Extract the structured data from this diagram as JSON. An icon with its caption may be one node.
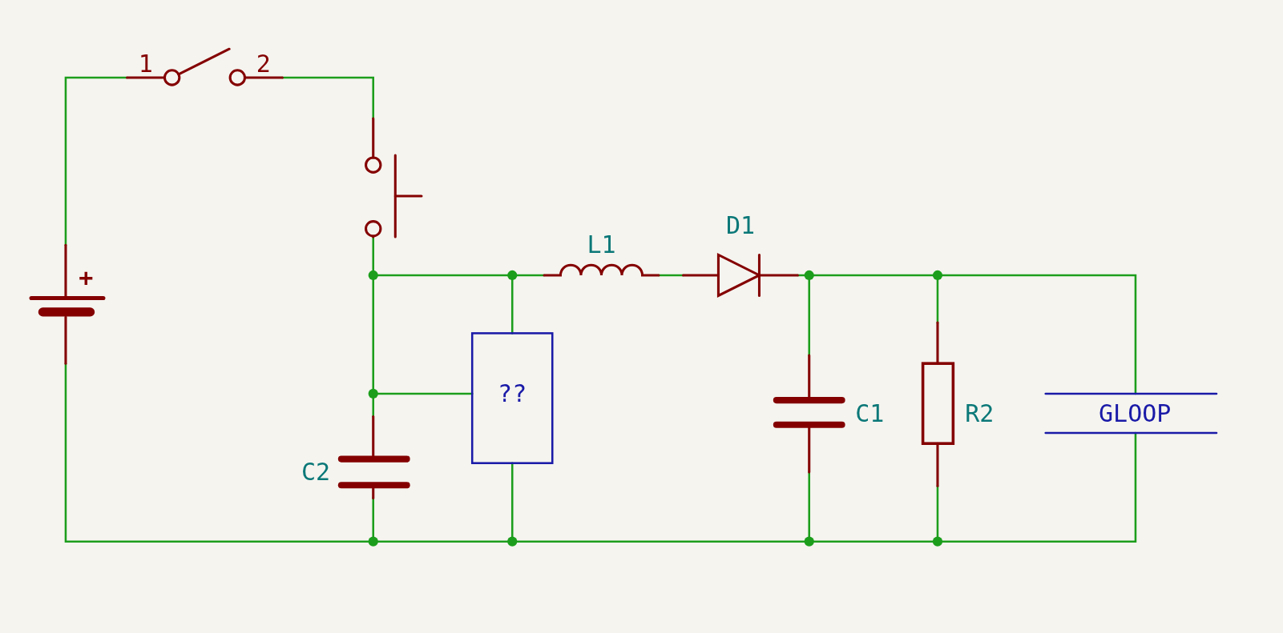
{
  "diagram": {
    "labels": [
      "1",
      "2",
      "D1",
      "L1",
      "+",
      "??",
      "GLOOP",
      "C1",
      "R2",
      "C2"
    ]
  }
}
